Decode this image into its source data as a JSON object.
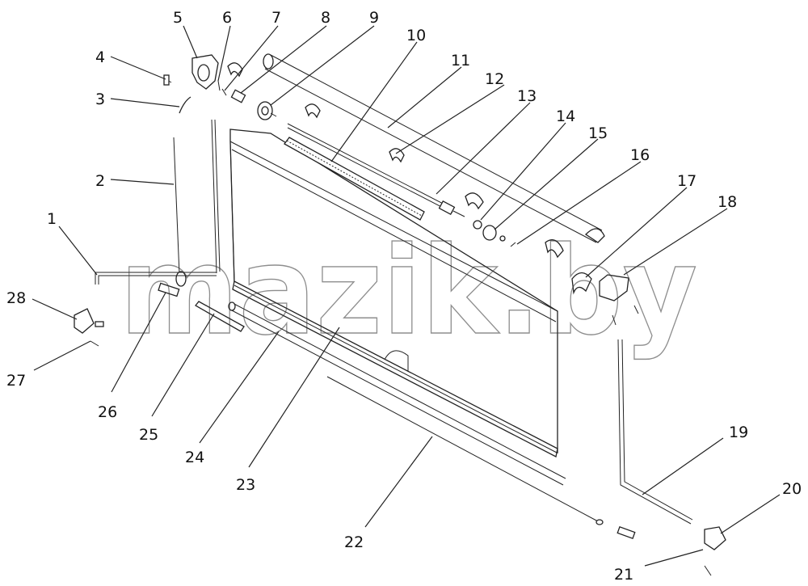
{
  "watermark": "mazik.by",
  "part_labels": [
    "1",
    "2",
    "3",
    "4",
    "5",
    "6",
    "7",
    "8",
    "9",
    "10",
    "11",
    "12",
    "13",
    "14",
    "15",
    "16",
    "17",
    "18",
    "19",
    "20",
    "21",
    "22",
    "23",
    "24",
    "25",
    "26",
    "27",
    "28"
  ]
}
